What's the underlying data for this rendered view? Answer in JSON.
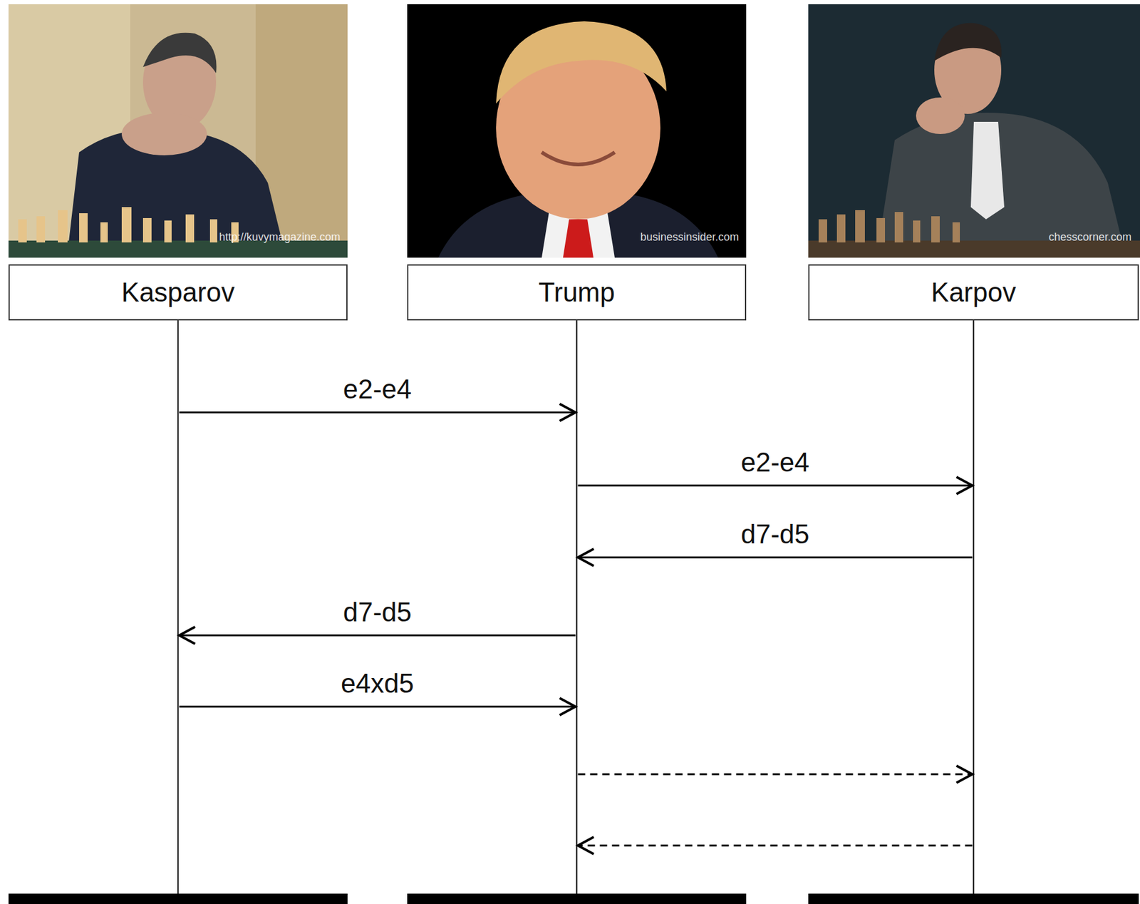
{
  "diagram": {
    "nodes": [
      {
        "text": [
          "Kasparov"
        ]
      },
      {
        "text": [
          "Trump"
        ]
      },
      {
        "text": [
          "Karpov"
        ]
      }
    ],
    "edges": [
      {
        "from": 0,
        "to": 1,
        "label": "e2-e4",
        "arrow": "to"
      },
      {
        "from": 1,
        "to": 2,
        "label": "e2-e4",
        "arrow": "to"
      },
      {
        "from": 2,
        "to": 1,
        "label": "d7-d5",
        "arrow": "to"
      },
      {
        "from": 1,
        "to": 0,
        "label": "d7-d5",
        "arrow": "to"
      },
      {
        "from": 0,
        "to": 1,
        "label": "e4xd5",
        "arrow": "to"
      },
      {
        "from": 1,
        "to": 2,
        "arrow": "to"
      },
      {
        "from": 2,
        "to": 1,
        "arrow": "to"
      }
    ],
    "labels": [
      "http://kuvymagazine.com",
      "businessinsider.com",
      "chesscorner.com"
    ]
  }
}
